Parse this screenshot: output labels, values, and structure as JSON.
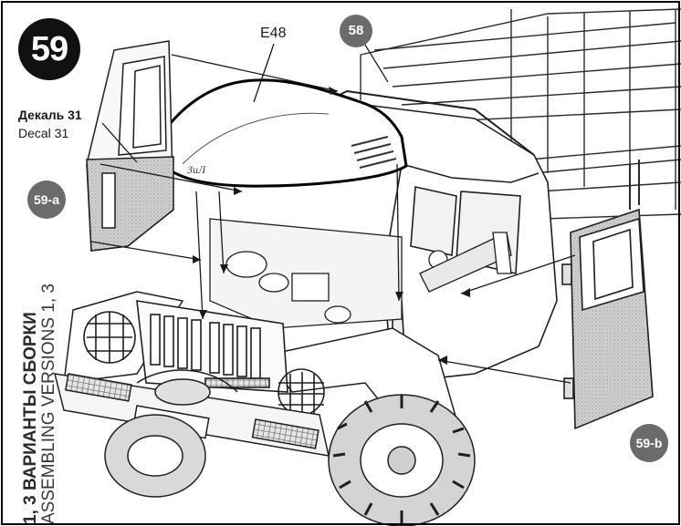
{
  "step_number": "59",
  "labels": {
    "part_e48": "E48",
    "decal_ru": "Декаль 31",
    "decal_en": "Decal 31"
  },
  "callouts": {
    "c58": "58",
    "c59a": "59-a",
    "c59b": "59-b"
  },
  "side_caption": {
    "ru": "1, 3 ВАРИАНТЫ СБОРКИ",
    "en": "ASSEMBLING VERSIONS 1, 3"
  },
  "colors": {
    "badge": "#111111",
    "callout": "#6b6b6b",
    "line": "#1a1a1a",
    "door_fill": "#c9c9c9"
  }
}
